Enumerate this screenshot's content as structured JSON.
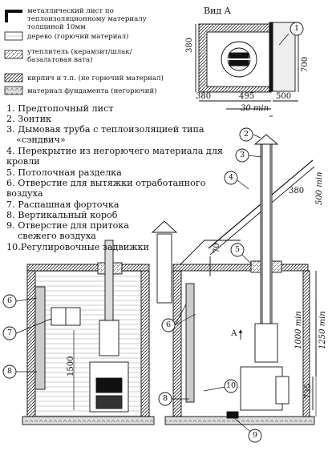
{
  "view_title": "Вид А",
  "legend": [
    {
      "key": "metal",
      "text": [
        "металлический лист по",
        "теплоизоляционному материалу",
        "толщиной 10мм"
      ]
    },
    {
      "key": "wood",
      "text": [
        "дерево (горючий материал)"
      ]
    },
    {
      "key": "insulation",
      "text": [
        "утеплитель (керамзит/шлак/",
        "базальтовая вата)"
      ]
    },
    {
      "key": "brick",
      "text": [
        "кирпич и т.п. (не горючий материал)"
      ]
    },
    {
      "key": "foundation",
      "text": [
        "материал фундамента (негорючий)"
      ]
    }
  ],
  "items": [
    "1. Предтопочный лист",
    "2. Зонтик",
    "3. Дымовая труба с теплоизоляцией типа",
    "«сэндвич»",
    "4. Перекрытие из негорючего материала для",
    "кровли",
    "5. Потолочная разделка",
    "6. Отверстие для вытяжки отработанного",
    "воздуха",
    "7. Распашная форточка",
    "8. Вертикальный короб",
    "9. Отверстие для притока",
    "свежего воздуха",
    "10.Регулировочные задвижки"
  ],
  "dimensions": {
    "view_380": "380",
    "view_700": "700",
    "view_380b": "380",
    "view_495": "495",
    "view_500": "500",
    "view_30min": "30 min",
    "roof_380": "380",
    "roof_500min": "500 min",
    "d70": "70",
    "d1250": "1250 min",
    "d1000": "1000 min",
    "d735": "735",
    "d1500": "1500",
    "arrowA": "А"
  },
  "callouts": [
    "1",
    "2",
    "3",
    "4",
    "5",
    "6",
    "7",
    "8",
    "6",
    "8",
    "10",
    "9"
  ]
}
